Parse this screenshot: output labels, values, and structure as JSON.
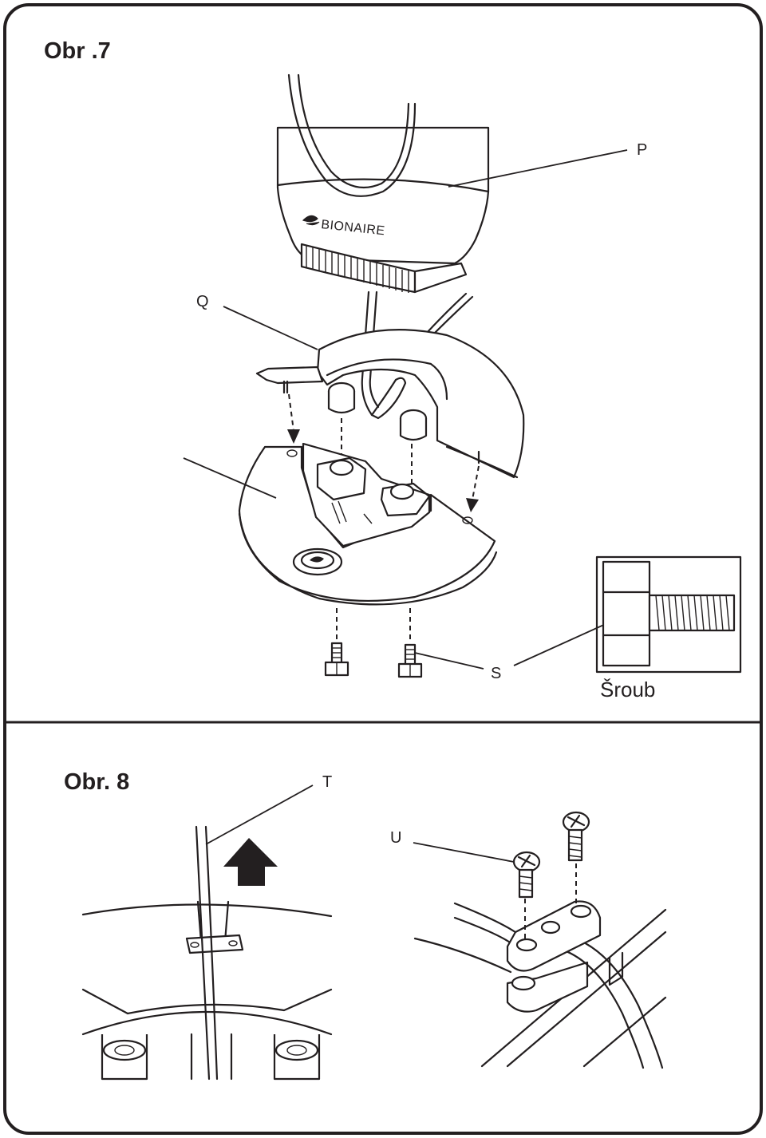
{
  "figure7": {
    "title": "Obr .7",
    "brand": "BIONAIRE",
    "labels": {
      "p": "P",
      "q": "Q",
      "s": "S"
    },
    "inset_caption": "Šroub"
  },
  "figure8": {
    "title": "Obr. 8",
    "labels": {
      "t": "T",
      "u": "U"
    }
  },
  "colors": {
    "line": "#231f20",
    "background": "#ffffff"
  }
}
